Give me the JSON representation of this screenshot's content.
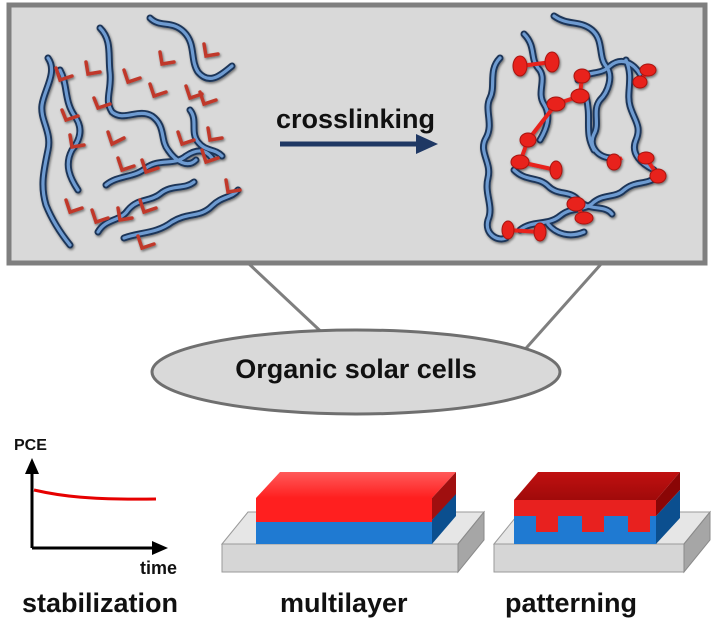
{
  "top_panel": {
    "arrow_label": "crosslinking"
  },
  "bubble": {
    "label": "Organic solar cells"
  },
  "applications": [
    {
      "key": "stabilization",
      "label": "stabilization"
    },
    {
      "key": "multilayer",
      "label": "multilayer"
    },
    {
      "key": "patterning",
      "label": "patterning"
    }
  ],
  "mini_chart": {
    "y_axis_label": "PCE",
    "x_axis_label": "time"
  },
  "colors": {
    "panel_fill": "#d9d9d9",
    "panel_border": "#7f7f7f",
    "polymer_chain": "#2f4d7a",
    "crosslinker": "#c0392b",
    "crosslink_node": "#e8211f",
    "arrow": "#1f3864",
    "layer_red": "#ff1f1f",
    "layer_blue": "#1f7ad2",
    "substrate": "#d6d6d6"
  }
}
